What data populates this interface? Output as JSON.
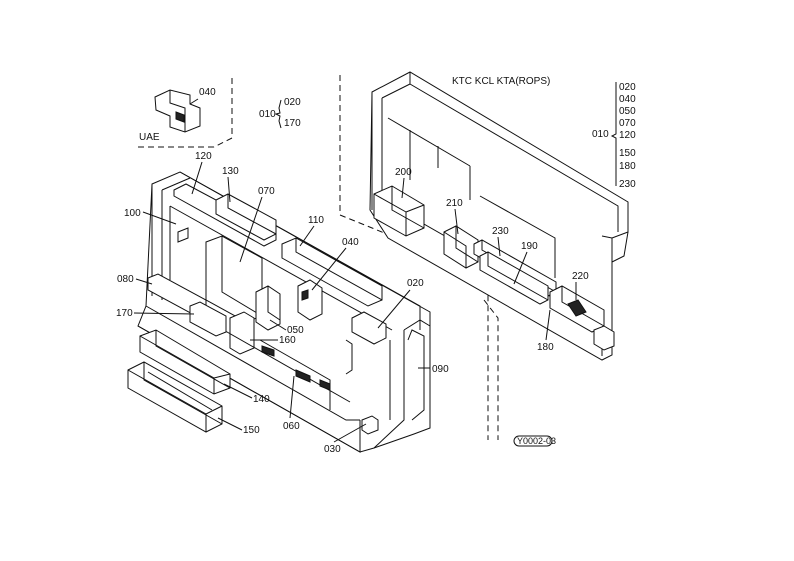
{
  "diagram": {
    "variant_note": "UAE",
    "rops_header": "KTC KCL KTA(ROPS)",
    "stamp": "Y0002-03",
    "left_group": {
      "base": "010",
      "items": [
        "020",
        "170"
      ]
    },
    "right_group": {
      "base": "010",
      "items": [
        "020",
        "040",
        "050",
        "070",
        "120",
        "150",
        "180",
        "230"
      ]
    },
    "callouts": {
      "c040a": "040",
      "c120": "120",
      "c130": "130",
      "c070": "070",
      "c100": "100",
      "c110": "110",
      "c040b": "040",
      "c080": "080",
      "c020": "020",
      "c170": "170",
      "c050": "050",
      "c160": "160",
      "c090": "090",
      "c140": "140",
      "c060": "060",
      "c150": "150",
      "c030": "030",
      "c200": "200",
      "c210": "210",
      "c230": "230",
      "c190": "190",
      "c220": "220",
      "c180": "180"
    }
  }
}
